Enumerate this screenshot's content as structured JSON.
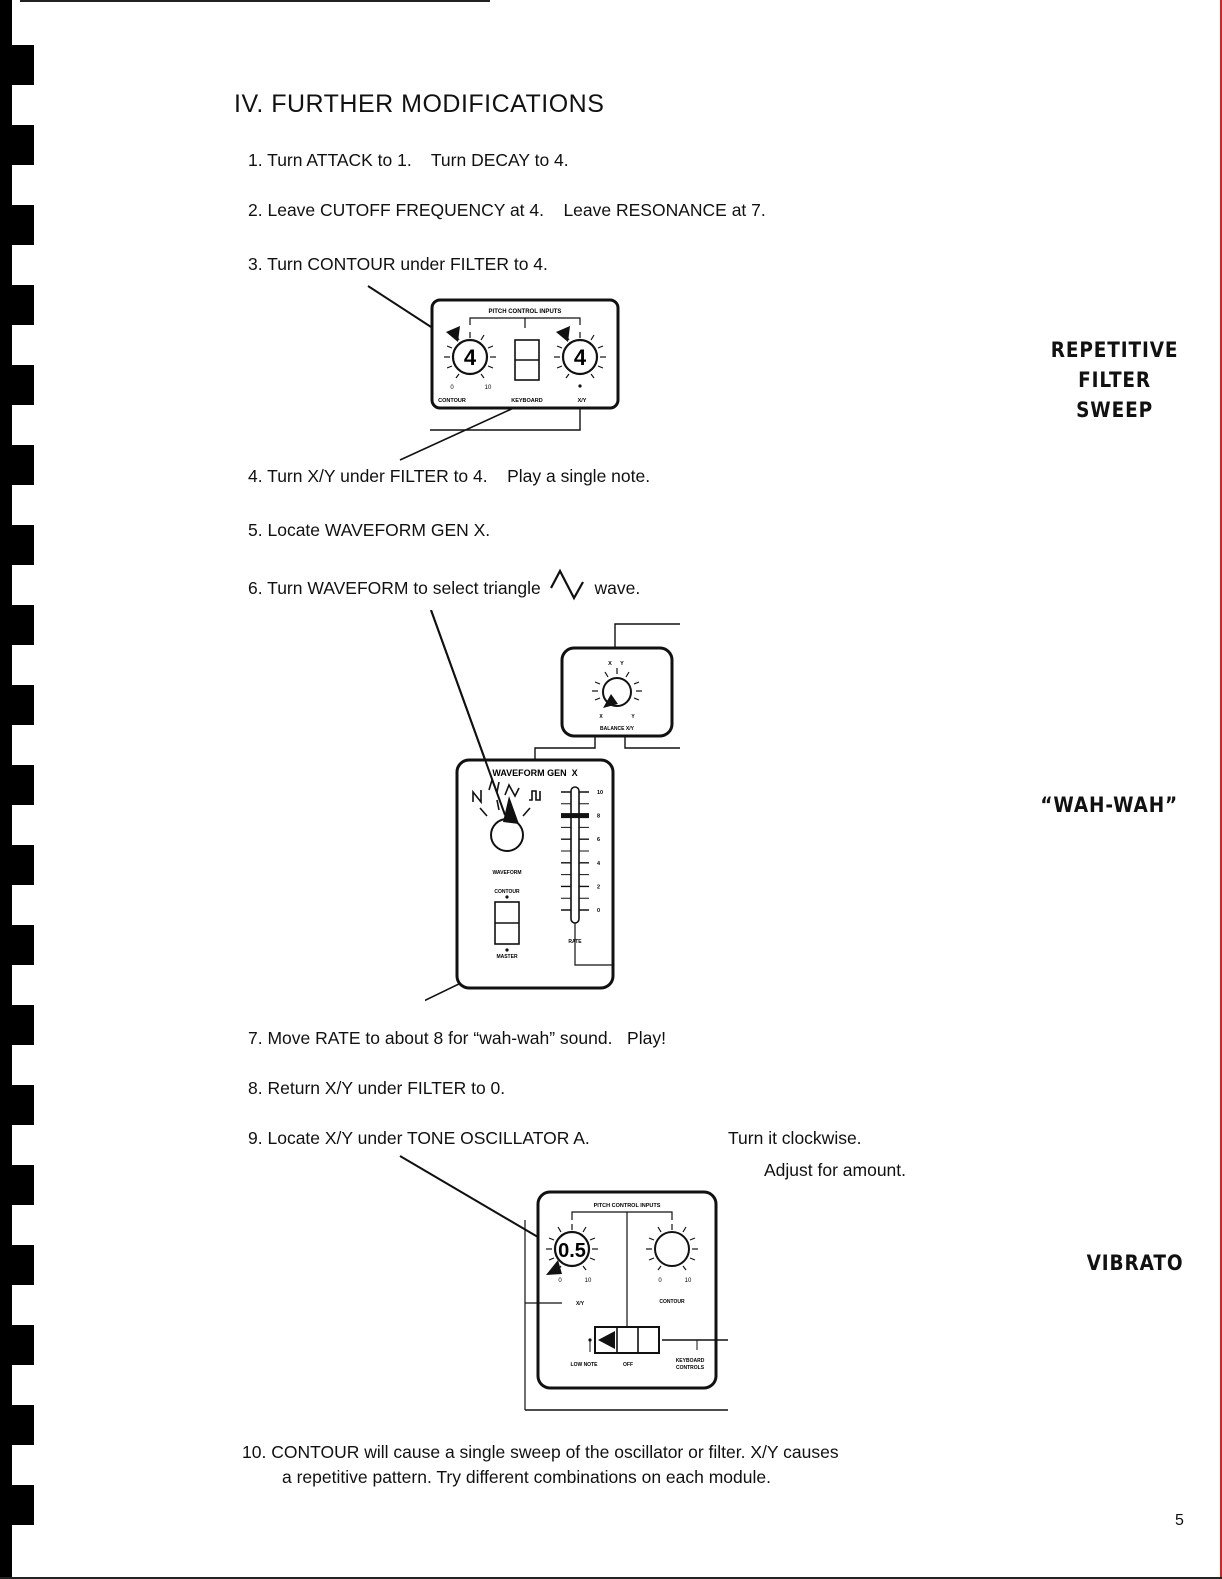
{
  "heading": "IV.  FURTHER MODIFICATIONS",
  "steps": [
    {
      "num": "1.",
      "text": "Turn ATTACK to 1.    Turn DECAY to 4."
    },
    {
      "num": "2.",
      "text": "Leave CUTOFF FREQUENCY at 4.    Leave RESONANCE at 7."
    },
    {
      "num": "3.",
      "text": "Turn CONTOUR under FILTER to 4."
    },
    {
      "num": "4.",
      "text": "Turn X/Y under FILTER to 4.    Play a single note."
    },
    {
      "num": "5.",
      "text": "Locate WAVEFORM GEN X."
    },
    {
      "num": "6.",
      "text": "Turn WAVEFORM to select triangle",
      "suffix": "wave."
    },
    {
      "num": "7.",
      "text": "Move RATE to about 8 for “wah-wah” sound.   Play!"
    },
    {
      "num": "8.",
      "text": "Return X/Y under FILTER to 0."
    },
    {
      "num": "9.",
      "text": "Locate X/Y under TONE OSCILLATOR A.",
      "text2": "Turn it clockwise.",
      "text3": "Adjust for amount."
    },
    {
      "num": "10.",
      "line1": "CONTOUR will cause a single sweep of the oscillator or filter. X/Y causes",
      "line2": "a repetitive pattern. Try different combinations on each module."
    }
  ],
  "side_labels": {
    "repetitive": [
      "REPETITIVE",
      "FILTER",
      "SWEEP"
    ],
    "wahwah": "“WAH-WAH”",
    "vibrato": "VIBRATO"
  },
  "diagram_filter": {
    "header": "PITCH CONTROL INPUTS",
    "knob_left_value": "4",
    "knob_right_value": "4",
    "label_contour": "CONTOUR",
    "label_keyboard": "KEYBOARD",
    "label_xy": "X/Y",
    "tick_0": "0",
    "tick_10": "10"
  },
  "diagram_waveform": {
    "balance_label": "BALANCE X/Y",
    "balance_x": "X",
    "balance_y": "Y",
    "title": "WAVEFORM GEN  X",
    "waveform_label": "WAVEFORM",
    "contour_label": "CONTOUR",
    "master_label": "MASTER",
    "rate_label": "RATE",
    "rate_ticks": [
      "10",
      "8",
      "6",
      "4",
      "2",
      "0"
    ],
    "rate_value": 8
  },
  "diagram_oscillator": {
    "header": "PITCH CONTROL INPUTS",
    "knob_left_value": "0.5",
    "label_xy": "X/Y",
    "label_contour": "CONTOUR",
    "label_lownote": "LOW NOTE",
    "label_off": "OFF",
    "label_keyboard": "KEYBOARD",
    "label_controls": "CONTROLS",
    "tick_0": "0",
    "tick_10": "10"
  },
  "page_number": "5",
  "colors": {
    "ink": "#111111",
    "margin_line": "#e02020"
  }
}
